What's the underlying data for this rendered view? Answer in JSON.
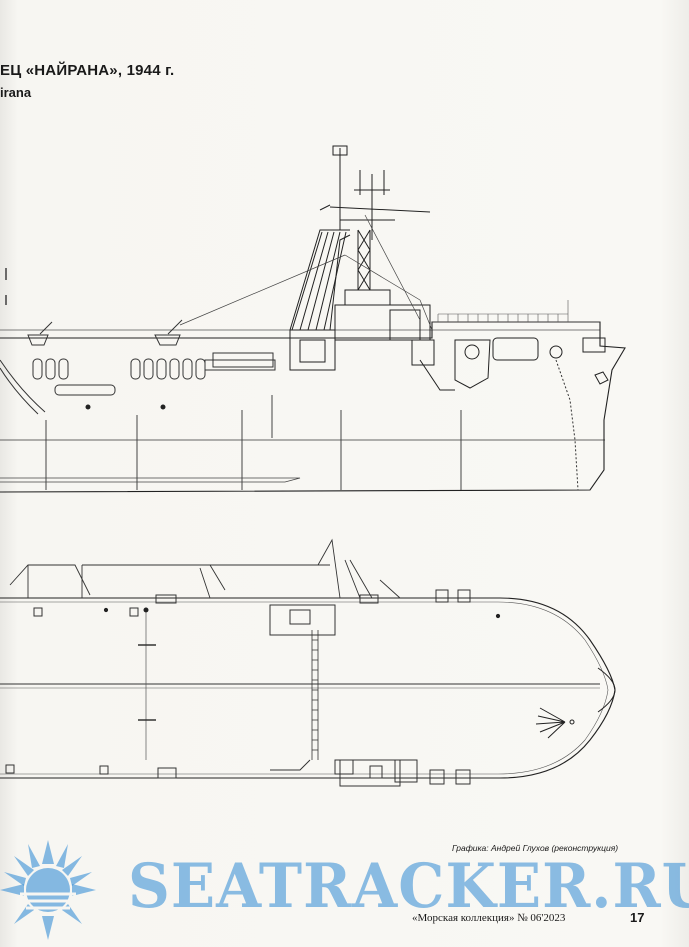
{
  "page": {
    "title": "ЕЦ «НАЙРАНА», 1944 г.",
    "subtitle": "irana"
  },
  "credit": "Графика: Андрей Глухов (реконструкция)",
  "footer": {
    "magazine": "«Морская коллекция» № 06'2023",
    "page_number": "17"
  },
  "watermark": {
    "text": "SEATRACKER.RU",
    "color": "#4696d7"
  },
  "drawings": [
    {
      "name": "side-elevation"
    },
    {
      "name": "deck-plan"
    }
  ]
}
